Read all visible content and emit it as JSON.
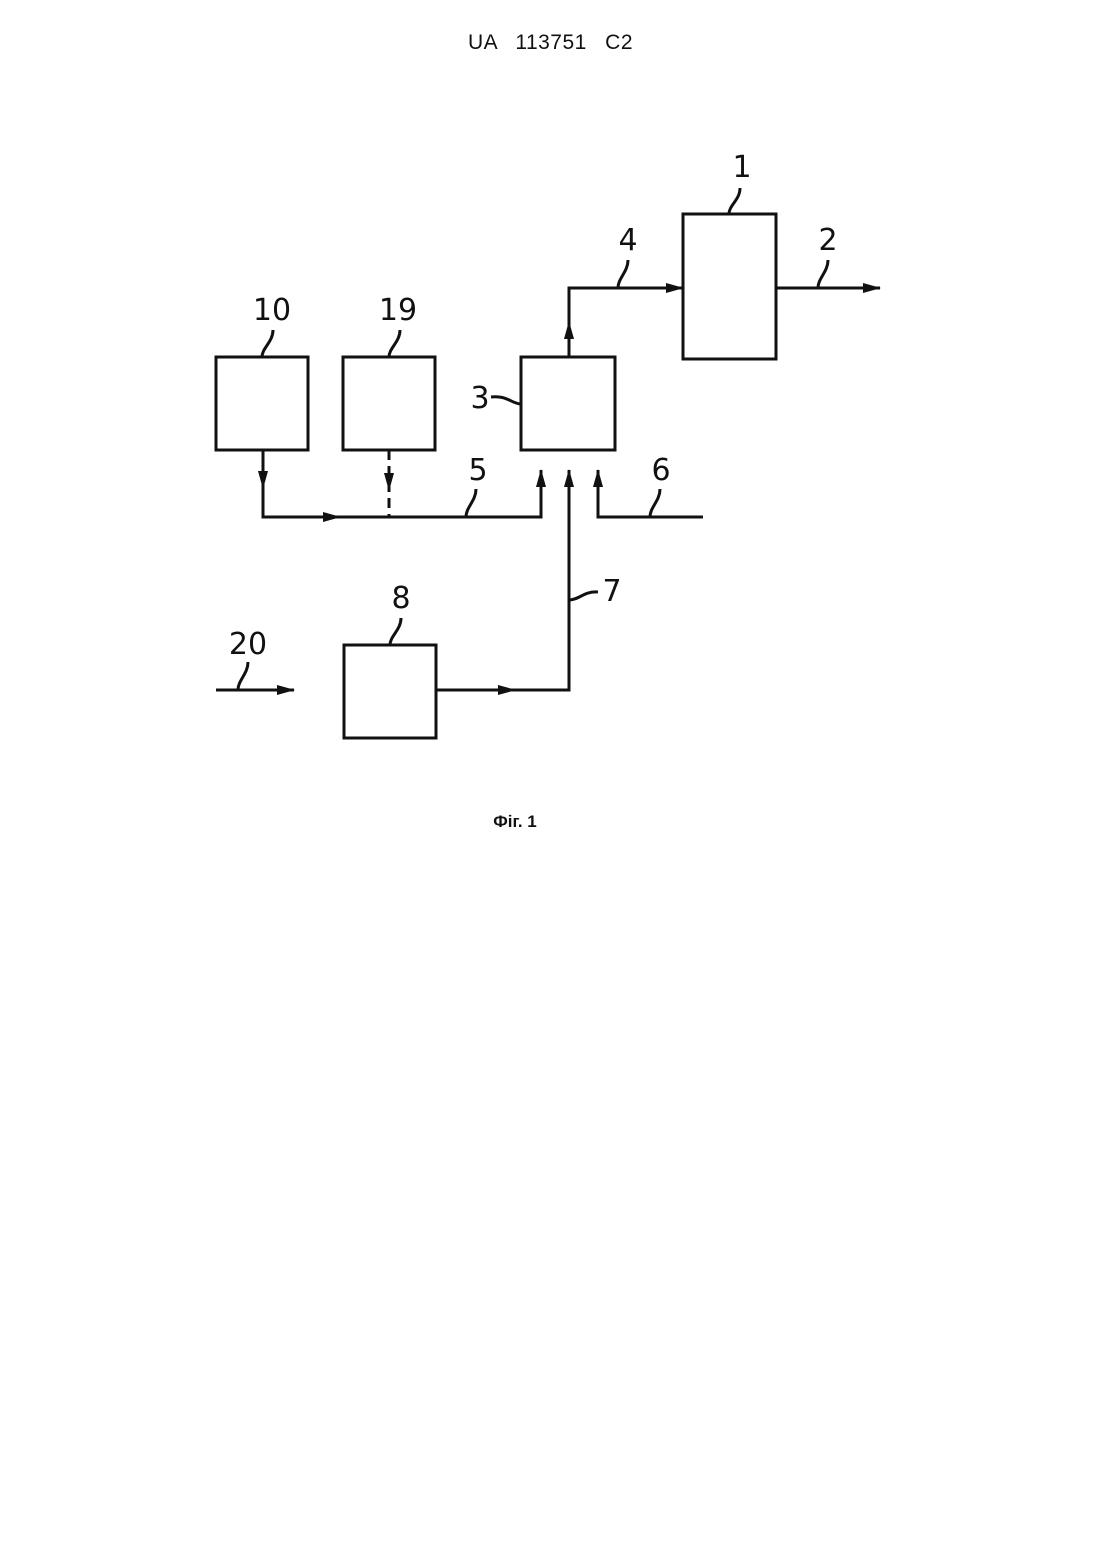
{
  "header": {
    "doc_number": "UA   113751   C2"
  },
  "figure": {
    "caption": "Фіг. 1",
    "blocks": [
      "1",
      "3",
      "8",
      "10",
      "19"
    ],
    "lines": [
      "2",
      "4",
      "5",
      "6",
      "7",
      "20"
    ]
  },
  "colors": {
    "ink": "#111111",
    "background": "#ffffff"
  }
}
